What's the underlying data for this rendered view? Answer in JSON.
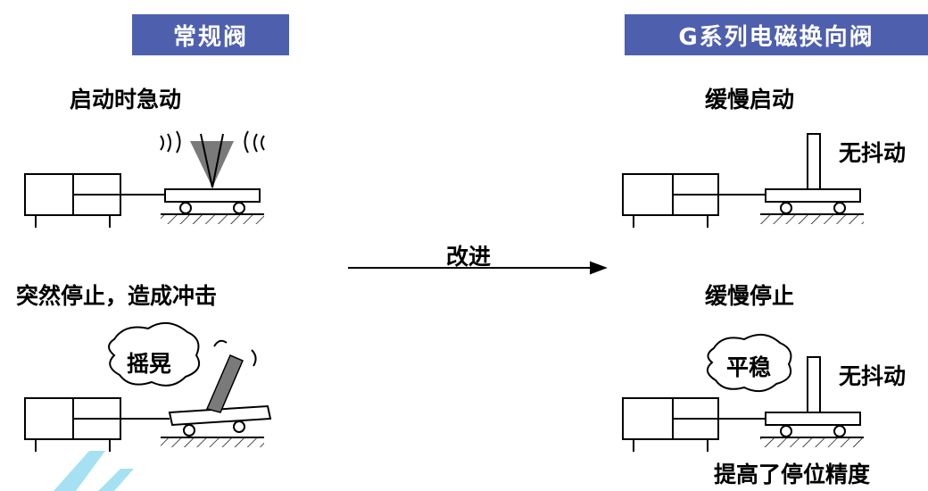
{
  "left": {
    "header": "常规阀",
    "start_caption": "启动时急动",
    "stop_caption": "突然停止，造成冲击",
    "bubble": "摇晃"
  },
  "middle": {
    "arrow_label": "改进"
  },
  "right": {
    "header": "G系列电磁换向阀",
    "start_caption": "缓慢启动",
    "stop_caption": "缓慢停止",
    "no_shake_1": "无抖动",
    "no_shake_2": "无抖动",
    "bubble": "平稳",
    "bottom_caption": "提高了停位精度"
  },
  "colors": {
    "header_bg": "#4e5fae",
    "accent_stripe": "#7fd4ec"
  }
}
